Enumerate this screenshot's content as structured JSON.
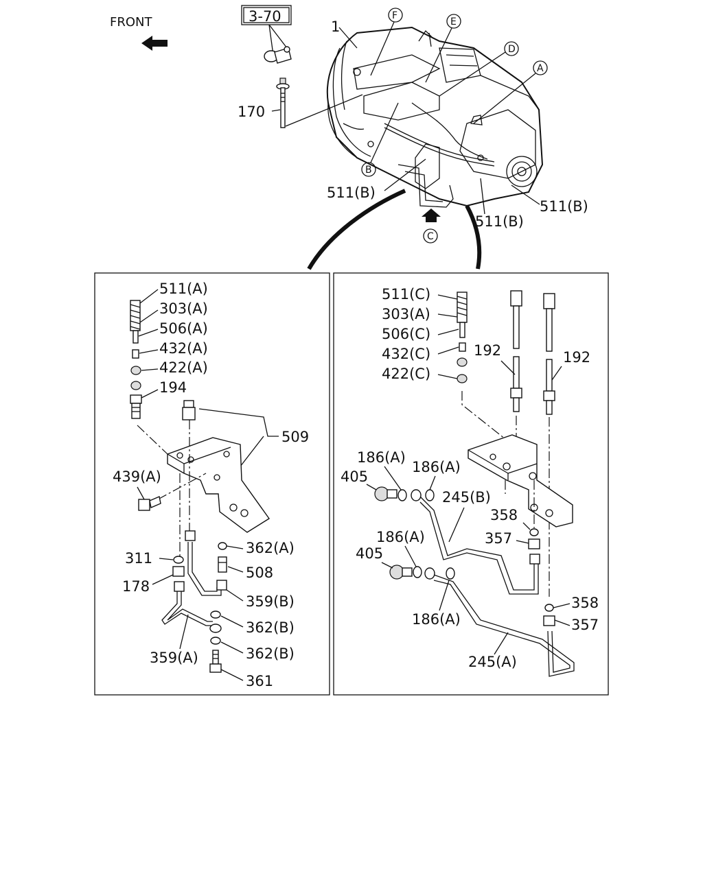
{
  "front_label": "FRONT",
  "ref_box": "3-70",
  "top_labels": {
    "l1": "1",
    "l170": "170",
    "l511b_left": "511(B)",
    "l511b_right": "511(B)",
    "l511b_mid": "511(B)"
  },
  "circle_letters": [
    "F",
    "E",
    "D",
    "A",
    "B",
    "C"
  ],
  "left_panel": {
    "l511a": "511(A)",
    "l303a": "303(A)",
    "l506a": "506(A)",
    "l432a": "432(A)",
    "l422a": "422(A)",
    "l194": "194",
    "l509": "509",
    "l439a": "439(A)",
    "l311": "311",
    "l178": "178",
    "l362a": "362(A)",
    "l508": "508",
    "l359b": "359(B)",
    "l362b_1": "362(B)",
    "l362b_2": "362(B)",
    "l359a": "359(A)",
    "l361": "361"
  },
  "right_panel": {
    "l511c": "511(C)",
    "l303a": "303(A)",
    "l506c": "506(C)",
    "l432c": "432(C)",
    "l422c": "422(C)",
    "l192_left": "192",
    "l192_right": "192",
    "l186a_1": "186(A)",
    "l186a_2": "186(A)",
    "l405_1": "405",
    "l245b": "245(B)",
    "l358_1": "358",
    "l357_1": "357",
    "l186a_3": "186(A)",
    "l405_2": "405",
    "l186a_4": "186(A)",
    "l358_2": "358",
    "l357_2": "357",
    "l245a": "245(A)"
  }
}
